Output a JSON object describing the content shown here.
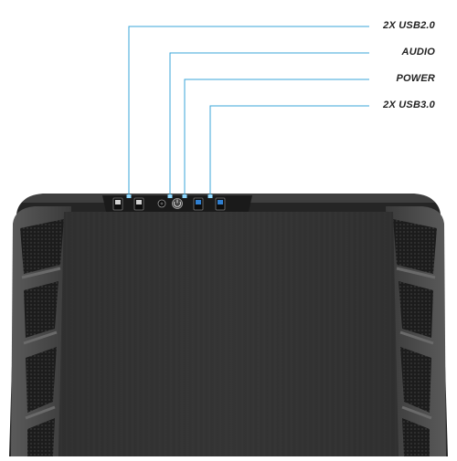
{
  "callouts": [
    {
      "label": "2X USB2.0",
      "port": "usb2-ports"
    },
    {
      "label": "AUDIO",
      "port": "audio-jack"
    },
    {
      "label": "POWER",
      "port": "power-button"
    },
    {
      "label": "2X USB3.0",
      "port": "usb3-ports"
    }
  ],
  "colors": {
    "callout_line": "#3aa6d8",
    "case_body": "#2a2a2a",
    "case_panel": "#333333",
    "side_trim": "#4a4a4a",
    "mesh": "#1a1a1a",
    "usb3_blue": "#2f7fd1",
    "led_blue": "#8fd8ff"
  }
}
